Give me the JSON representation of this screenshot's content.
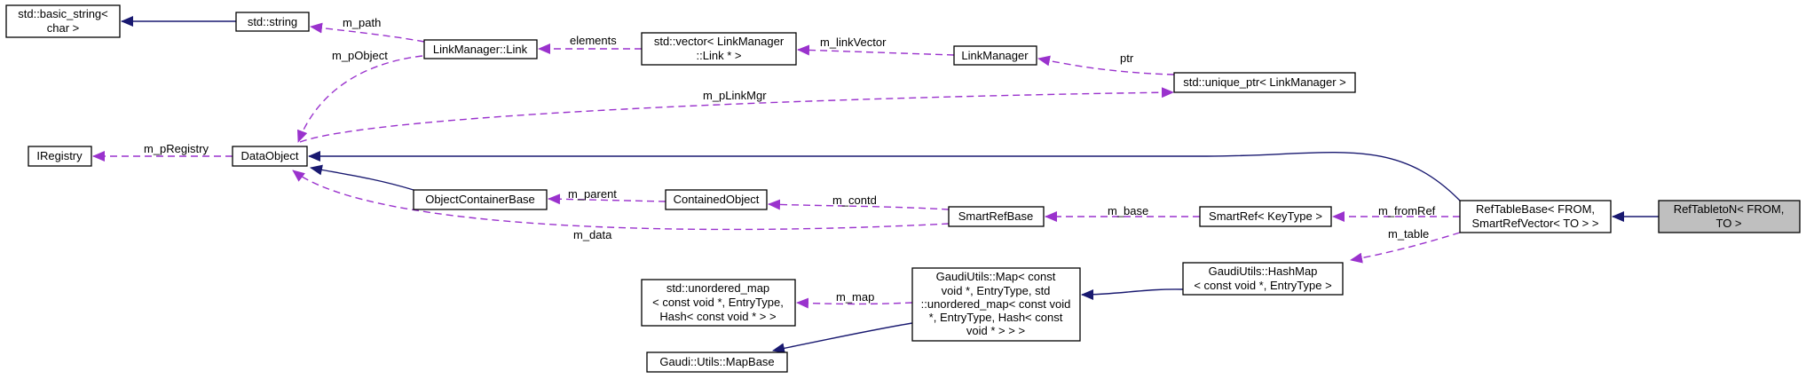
{
  "nodes": [
    {
      "id": "basic_string",
      "lines": [
        "std::basic_string<",
        "char >"
      ]
    },
    {
      "id": "string",
      "lines": [
        "std::string"
      ]
    },
    {
      "id": "link",
      "lines": [
        "LinkManager::Link"
      ]
    },
    {
      "id": "vector",
      "lines": [
        "std::vector< LinkManager",
        "::Link * >"
      ]
    },
    {
      "id": "linkmanager",
      "lines": [
        "LinkManager"
      ]
    },
    {
      "id": "unique_ptr",
      "lines": [
        "std::unique_ptr< LinkManager >"
      ]
    },
    {
      "id": "iregistry",
      "lines": [
        "IRegistry"
      ]
    },
    {
      "id": "dataobject",
      "lines": [
        "DataObject"
      ]
    },
    {
      "id": "ocbase",
      "lines": [
        "ObjectContainerBase"
      ]
    },
    {
      "id": "contained",
      "lines": [
        "ContainedObject"
      ]
    },
    {
      "id": "smartrefbase",
      "lines": [
        "SmartRefBase"
      ]
    },
    {
      "id": "smartref",
      "lines": [
        "SmartRef< KeyType >"
      ]
    },
    {
      "id": "reftablebase",
      "lines": [
        "RefTableBase< FROM,",
        "SmartRefVector< TO > >"
      ]
    },
    {
      "id": "reftableto",
      "lines": [
        "RefTabletoN< FROM,",
        "TO >"
      ]
    },
    {
      "id": "hashmap",
      "lines": [
        "GaudiUtils::HashMap",
        "< const void *, EntryType >"
      ]
    },
    {
      "id": "gumap",
      "lines": [
        "GaudiUtils::Map< const",
        "void *, EntryType, std",
        "::unordered_map< const void",
        "*, EntryType, Hash< const",
        "void * > > >"
      ]
    },
    {
      "id": "unordered_map",
      "lines": [
        "std::unordered_map",
        "< const void *, EntryType,",
        "Hash< const void * > >"
      ]
    },
    {
      "id": "mapbase",
      "lines": [
        "Gaudi::Utils::MapBase"
      ]
    }
  ],
  "edge_labels": {
    "m_path": "m_path",
    "m_pObject": "m_pObject",
    "elements": "elements",
    "m_linkVector": "m_linkVector",
    "ptr": "ptr",
    "m_pLinkMgr": "m_pLinkMgr",
    "m_pRegistry": "m_pRegistry",
    "m_parent": "m_parent",
    "m_contd": "m_contd",
    "m_base": "m_base",
    "m_fromRef": "m_fromRef",
    "m_data": "m_data",
    "m_table": "m_table",
    "m_map": "m_map"
  },
  "colors": {
    "inheritance": "#191970",
    "usage": "#9a32cd",
    "highlight_fill": "#bfbfbf"
  }
}
